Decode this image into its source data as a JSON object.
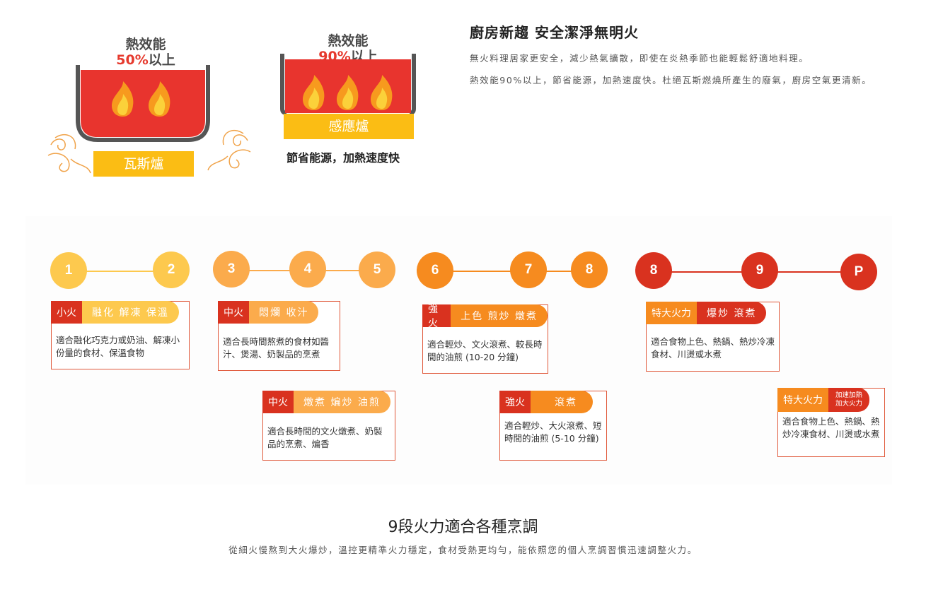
{
  "gas": {
    "title": "熱效能",
    "pct": "50%",
    "suffix": "以上",
    "tag": "瓦斯爐"
  },
  "induction": {
    "title": "熱效能",
    "pct": "90%",
    "suffix": "以上",
    "tag": "感應爐",
    "caption": "節省能源，加熱速度快"
  },
  "intro": {
    "title": "廚房新趨  安全潔淨無明火",
    "p1": "無火料理居家更安全，減少熱氣擴散，即使在炎熱季節也能輕鬆舒適地料理。",
    "p2": "熱效能90%以上，節省能源，加熱速度快。杜絕瓦斯燃燒所產生的廢氣，廚房空氣更清新。"
  },
  "levels": [
    "1",
    "2",
    "3",
    "4",
    "5",
    "6",
    "7",
    "8",
    "8",
    "9",
    "P"
  ],
  "cards": [
    {
      "head": "小火",
      "label": "融化 解凍 保溫",
      "body": "適合融化巧克力或奶油、解凍小份量的食材、保溫食物"
    },
    {
      "head": "中火",
      "label": "悶爛 收汁",
      "body": "適合長時間熬煮的食材如醬汁、煲湯、奶製品的烹煮"
    },
    {
      "head": "中火",
      "label": "燉煮 煸炒 油煎",
      "body": "適合長時間的文火燉煮、奶製品的烹煮、煸香"
    },
    {
      "head": "強火",
      "label": "上色 煎炒 燉煮",
      "body": "適合輕炒、文火滾煮、較長時間的油煎 (10-20 分鐘)"
    },
    {
      "head": "強火",
      "label": "滾煮",
      "body": "適合輕炒、大火滾煮、短時間的油煎 (5-10 分鐘)"
    },
    {
      "head": "特大火力",
      "label": "爆炒 滾煮",
      "body": "適合食物上色、熱鍋、熱炒冷凍食材、川燙或水煮"
    },
    {
      "head": "特大火力",
      "label_line1": "加速加熱",
      "label_line2": "加大火力",
      "body": "適合食物上色、熱鍋、熱炒冷凍食材、川燙或水煮"
    }
  ],
  "bottom": {
    "title": "9段火力適合各種烹調",
    "subtitle": "從細火慢熬到大火爆炒，溫控更精準火力穩定，食材受熱更均勻，能依照您的個人烹調習慣迅速調整火力。"
  },
  "colors": {
    "yellow": "#fbbd14",
    "red": "#e63a2e",
    "level_1_2": "#fdc94e",
    "level_3_5": "#fbab4c",
    "level_6_8": "#f68b1f",
    "level_8_p": "#d9321f"
  }
}
